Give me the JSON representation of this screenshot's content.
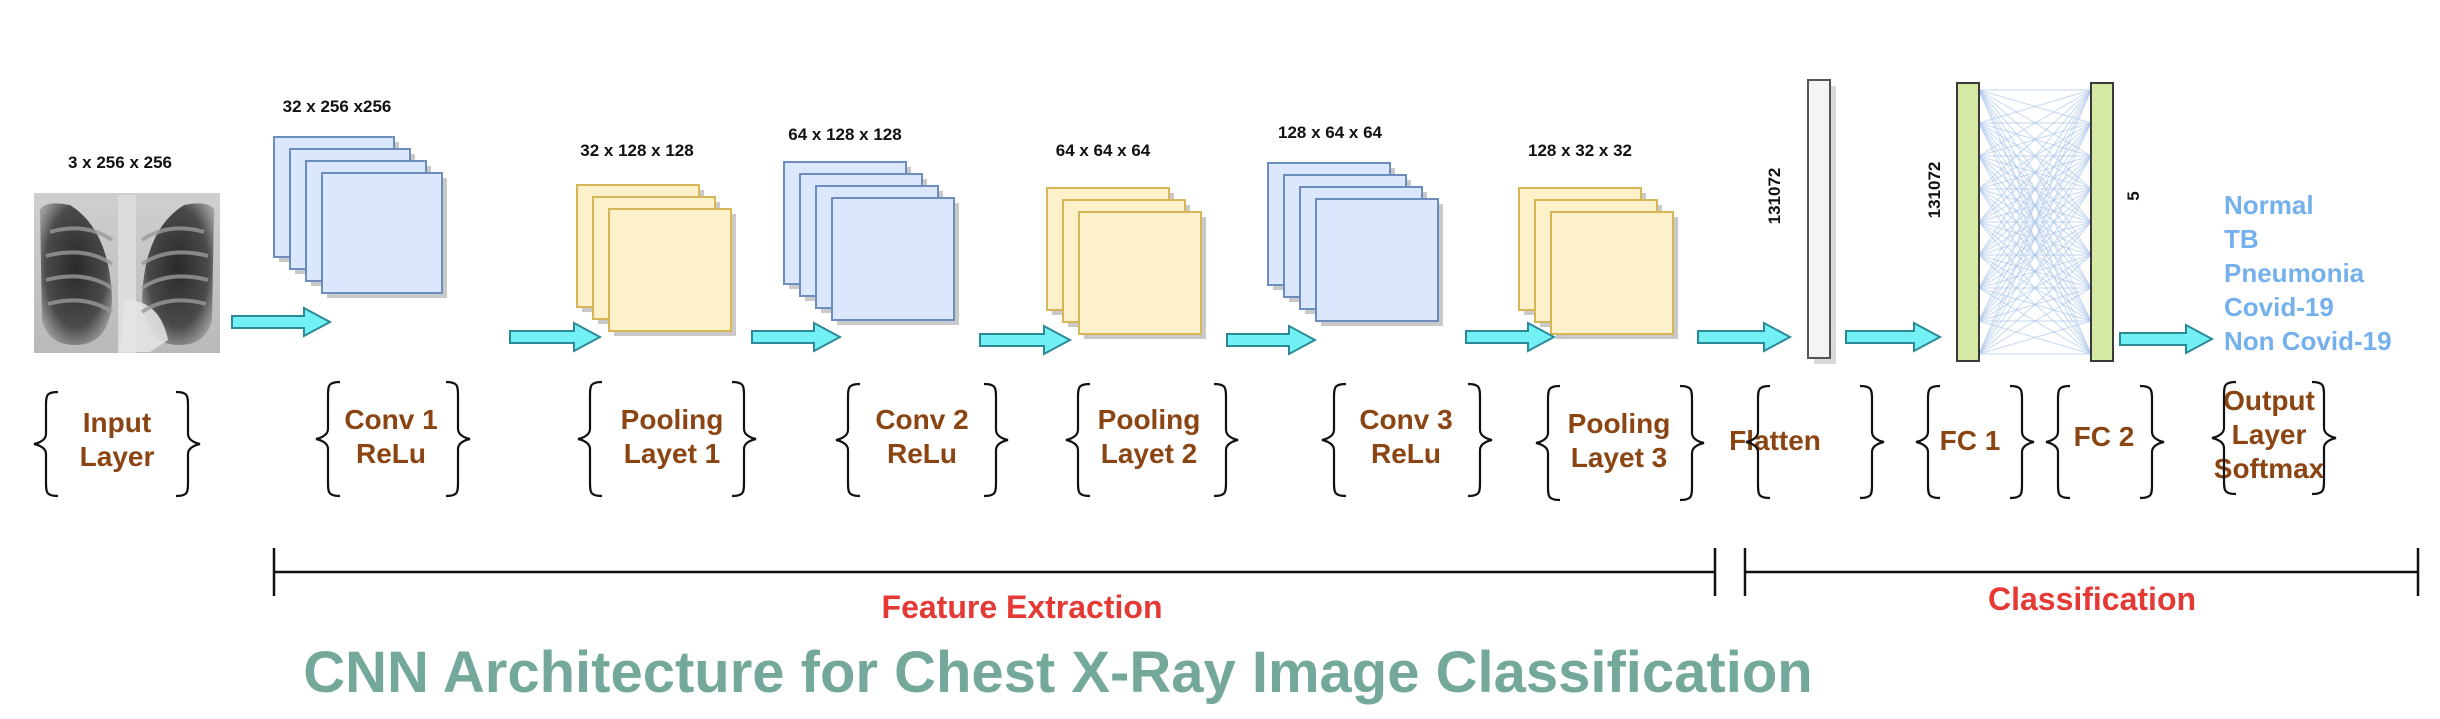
{
  "colors": {
    "conv_fill": "#dbe7fc",
    "conv_stroke": "#6c8ebf",
    "pool_fill": "#fdf1cc",
    "pool_stroke": "#d6b656",
    "fc_fill": "#d5e8a4",
    "fc_stroke": "#82b366",
    "arrow_fill": "#73f0f3",
    "arrow_stroke": "#2b8a96",
    "label": "#8b4513",
    "section": "#e53935",
    "title": "#73a89b",
    "classes": "#74b1ec"
  },
  "input": {
    "dim": "3 x 256 x 256",
    "label": [
      "Input",
      "Layer"
    ]
  },
  "layers": [
    {
      "type": "conv",
      "dim": "32 x 256 x256",
      "label": [
        "Conv 1",
        "ReLu"
      ]
    },
    {
      "type": "pool",
      "dim": "32 x 128 x 128",
      "label": [
        "Pooling",
        "Layet 1"
      ]
    },
    {
      "type": "conv",
      "dim": "64 x 128 x 128",
      "label": [
        "Conv 2",
        "ReLu"
      ]
    },
    {
      "type": "pool",
      "dim": "64 x 64 x 64",
      "label": [
        "Pooling",
        "Layet 2"
      ]
    },
    {
      "type": "conv",
      "dim": "128 x 64 x 64",
      "label": [
        "Conv 3",
        "ReLu"
      ]
    },
    {
      "type": "pool",
      "dim": "128 x 32 x 32",
      "label": [
        "Pooling",
        "Layet 3"
      ]
    }
  ],
  "flatten": {
    "dim": "131072",
    "label": "Flatten"
  },
  "fc1": {
    "dim": "131072",
    "label": "FC 1"
  },
  "fc2": {
    "dim": "5",
    "label": "FC 2"
  },
  "output": {
    "label": [
      "Output",
      "Layer",
      "Softmax"
    ],
    "classes": [
      "Normal",
      "TB",
      "Pneumonia",
      "Covid-19",
      "Non Covid-19"
    ]
  },
  "sections": {
    "feature_extraction": "Feature Extraction",
    "classification": "Classification"
  },
  "title": "CNN Architecture for Chest X-Ray Image Classification"
}
